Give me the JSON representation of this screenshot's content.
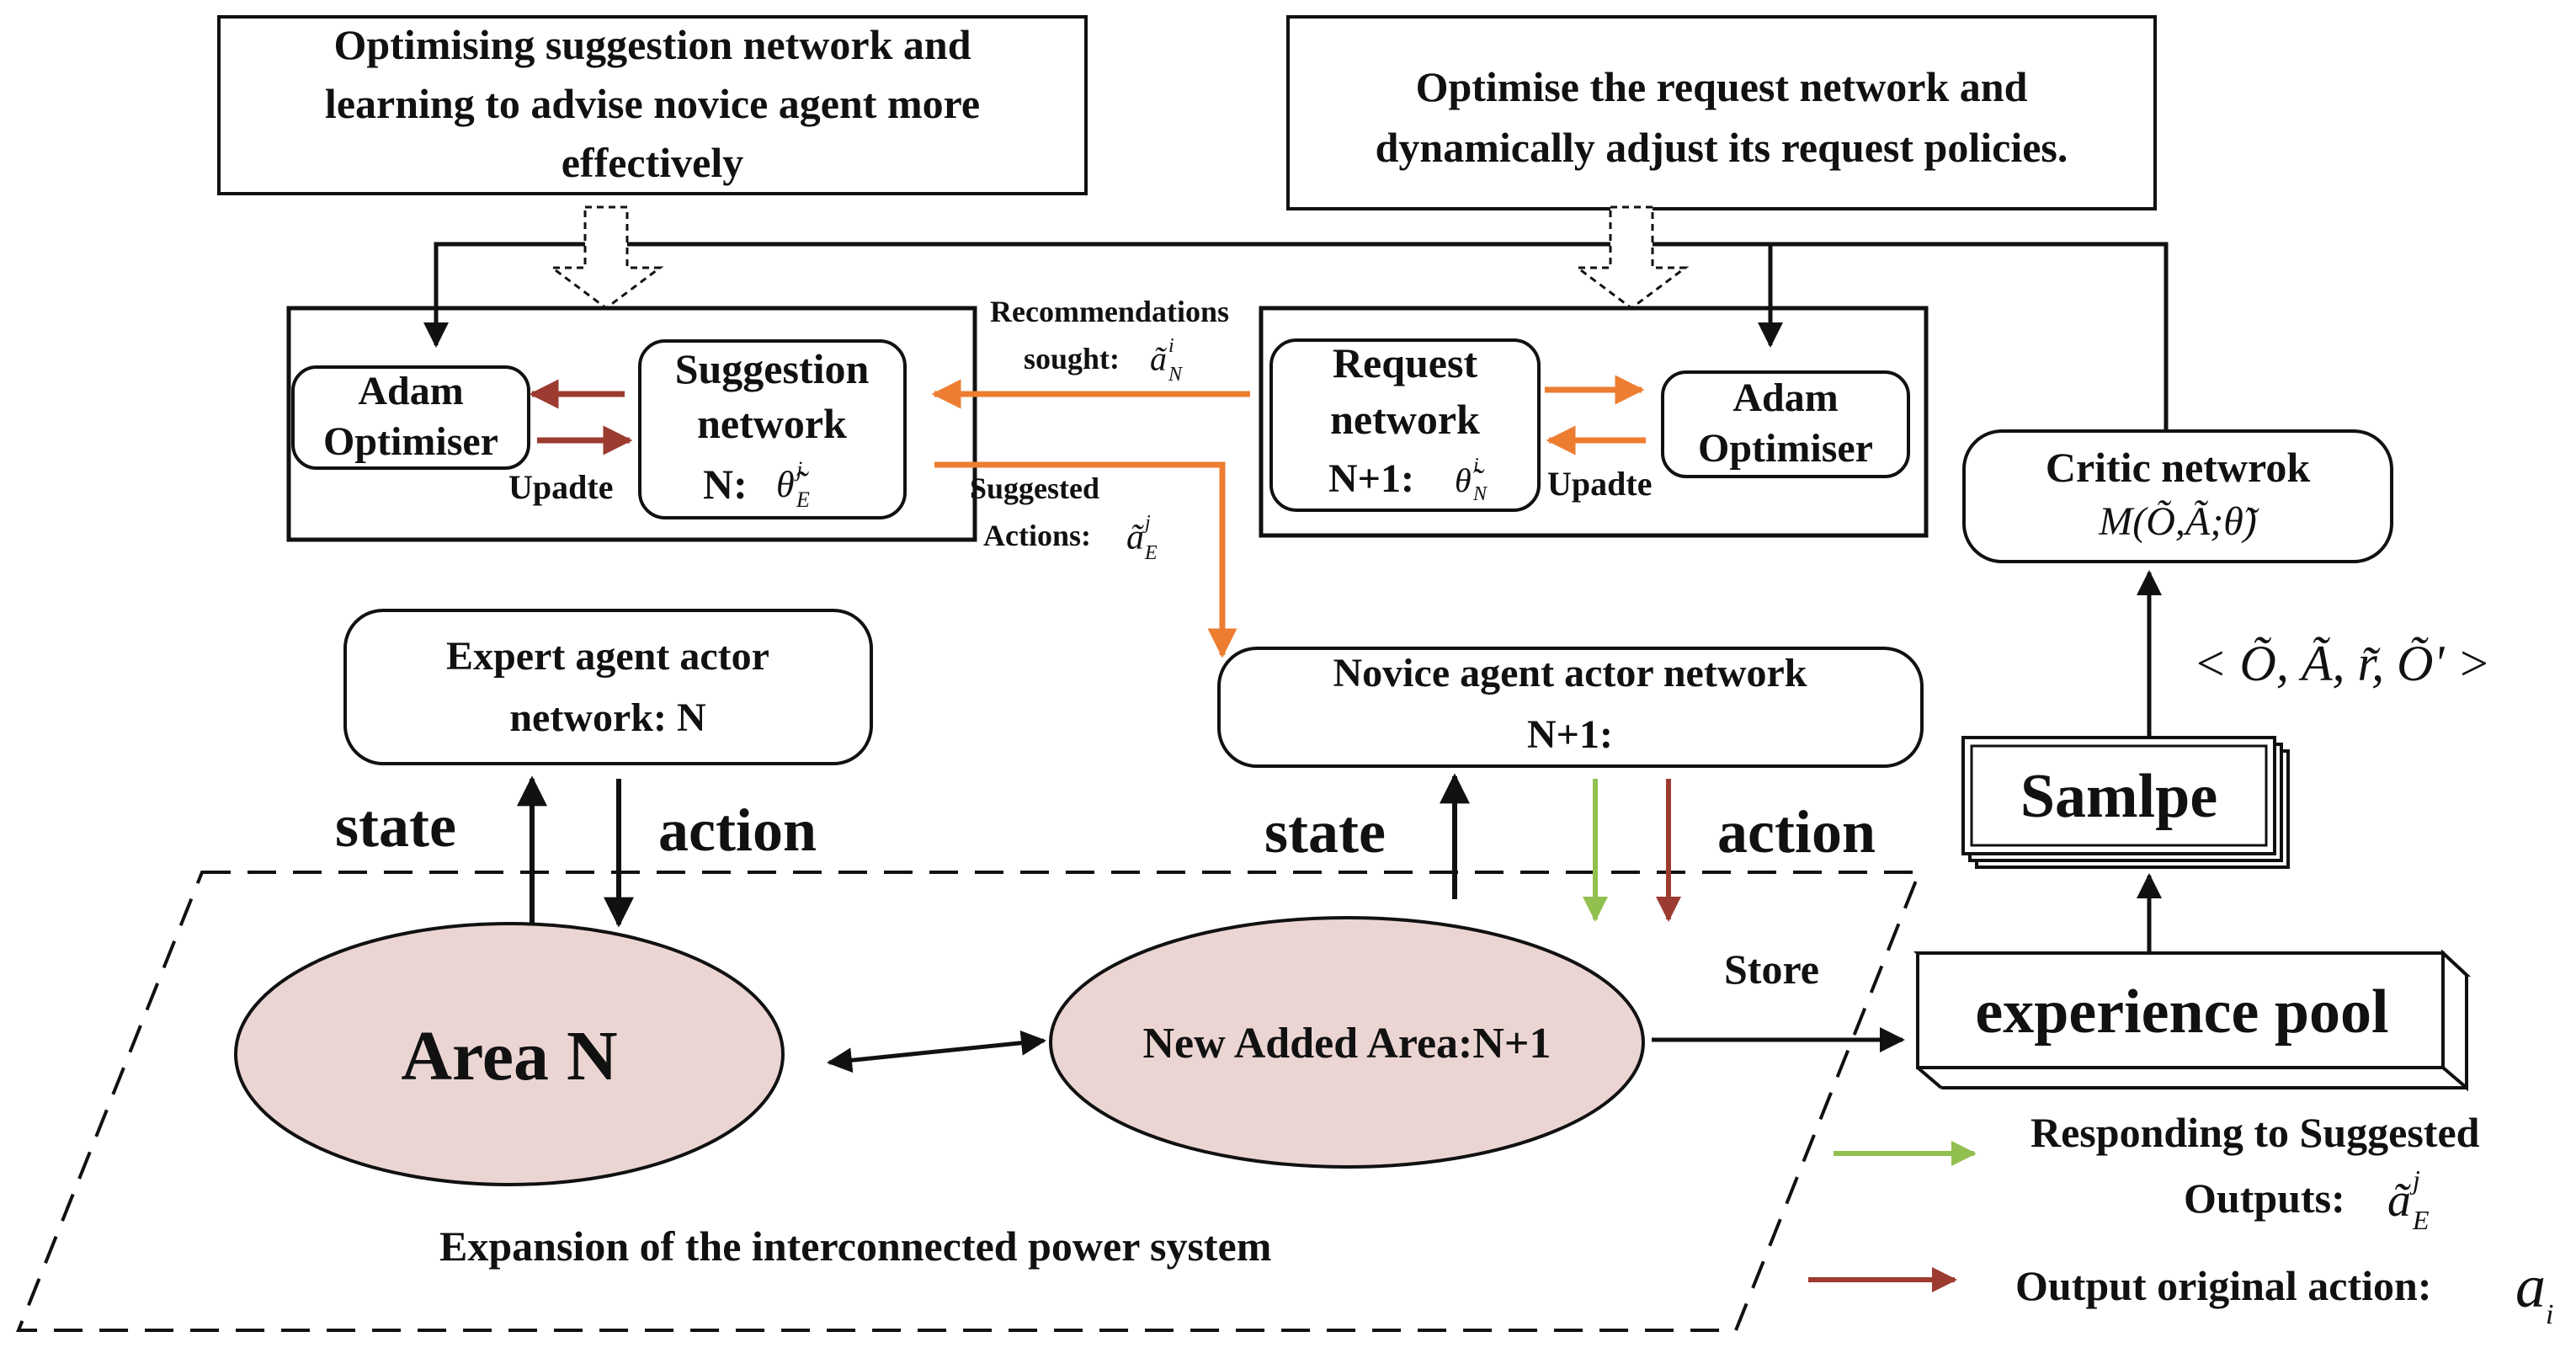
{
  "colors": {
    "orange": "#ED7D31",
    "green": "#92C050",
    "darkred": "#9C3B30",
    "area_fill": "#EBD5D3",
    "black": "#111111"
  },
  "top_left_note": {
    "line1": "Optimising suggestion network and",
    "line2": "learning to advise novice agent more",
    "line3": "effectively"
  },
  "top_right_note": {
    "line1": "Optimise the request network and",
    "line2": "dynamically adjust its request policies."
  },
  "left_module": {
    "adam_line1": "Adam",
    "adam_line2": "Optimiser",
    "update": "Upadte",
    "suggestion_line1": "Suggestion",
    "suggestion_line2": "network",
    "suggestion_prefix": "N:",
    "suggestion_param": "θ̃",
    "suggestion_param_sup": "j",
    "suggestion_param_sub": "E"
  },
  "right_module": {
    "request_line1": "Request",
    "request_line2": "network",
    "request_prefix": "N+1:",
    "request_param": "θ̃",
    "request_param_sup": "i",
    "request_param_sub": "N",
    "adam_line1": "Adam",
    "adam_line2": "Optimiser",
    "update": "Upadte"
  },
  "flow_labels": {
    "recommendations_line1": "Recommendations",
    "recommendations_line2": "sought:",
    "rec_sym": "ã",
    "rec_sup": "i",
    "rec_sub": "N",
    "suggested_line1": "Suggested",
    "suggested_line2": "Actions:",
    "sug_sym": "ã",
    "sug_sup": "j",
    "sug_sub": "E"
  },
  "critic": {
    "line1": "Critic netwrok",
    "formula": "M(Õ,Ã;θ̃)"
  },
  "tuple_label": "< Õ, Ã, r̃, Õ' >",
  "sample_label": "Samlpe",
  "experience_pool_label": "experience pool",
  "store_label": "Store",
  "expert_actor": {
    "line1": "Expert agent actor",
    "line2": "network:  N"
  },
  "novice_actor": {
    "line1": "Novice agent actor network",
    "line2": "N+1:"
  },
  "io_labels": {
    "left_state": "state",
    "left_action": "action",
    "right_state": "state",
    "right_action": "action"
  },
  "area_n_label": "Area N",
  "new_area_label": "New Added Area:N+1",
  "system_caption": "Expansion of the interconnected power system",
  "legend": {
    "green_line1": "Responding to Suggested",
    "green_line2": "Outputs:",
    "green_sym": "ã",
    "green_sup": "j",
    "green_sub": "E",
    "red_line": "Output original action:",
    "red_sym": "a",
    "red_sub": "i"
  }
}
